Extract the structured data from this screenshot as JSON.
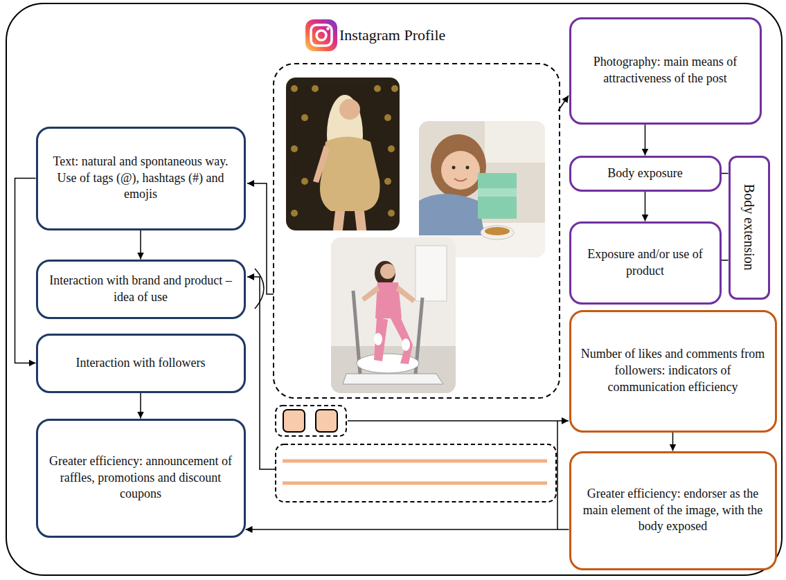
{
  "diagram": {
    "nodes": [
      {
        "text": [
          "Instagram Profile"
        ]
      },
      {
        "text": [
          "Text: natural and spontaneous way. Use of tags (@), hashtags (#) and emojis"
        ],
        "in": 0
      },
      {
        "text": [
          "Interaction with brand and product – idea of use"
        ],
        "in": 0
      },
      {
        "text": [
          "Interaction with followers"
        ],
        "in": 0
      },
      {
        "text": [
          "Greater efficiency: announcement of raffles, promotions and discount coupons"
        ],
        "in": 0
      },
      {
        "text": [
          "Photography: main means of attractiveness of the post"
        ],
        "in": 0
      },
      {
        "text": [
          "Body exposure"
        ],
        "in": 0
      },
      {
        "text": [
          "Exposure and/or use of product"
        ],
        "in": 0
      },
      {
        "text": [
          "Body extension"
        ],
        "in": 0
      },
      {
        "text": [
          "Number of likes and comments from followers: indicators of communication efficiency"
        ],
        "in": 0
      },
      {
        "text": [
          "Greater efficiency: endorser as the main element of the image, with the body exposed"
        ],
        "in": 0
      }
    ],
    "edges": [
      {
        "from": 1,
        "to": 2,
        "arrow": "to"
      },
      {
        "from": 1,
        "to": 3,
        "arrow": "to"
      },
      {
        "from": 3,
        "to": 4,
        "arrow": "to"
      },
      {
        "from": 5,
        "to": 6,
        "arrow": "to"
      },
      {
        "from": 6,
        "to": 7,
        "arrow": "to"
      },
      {
        "from": 6,
        "to": 8,
        "arrow": "none"
      },
      {
        "from": 7,
        "to": 8,
        "arrow": "none"
      },
      {
        "from": 9,
        "to": 10,
        "arrow": "to"
      },
      {
        "from": 10,
        "to": 4,
        "arrow": "to"
      }
    ]
  }
}
